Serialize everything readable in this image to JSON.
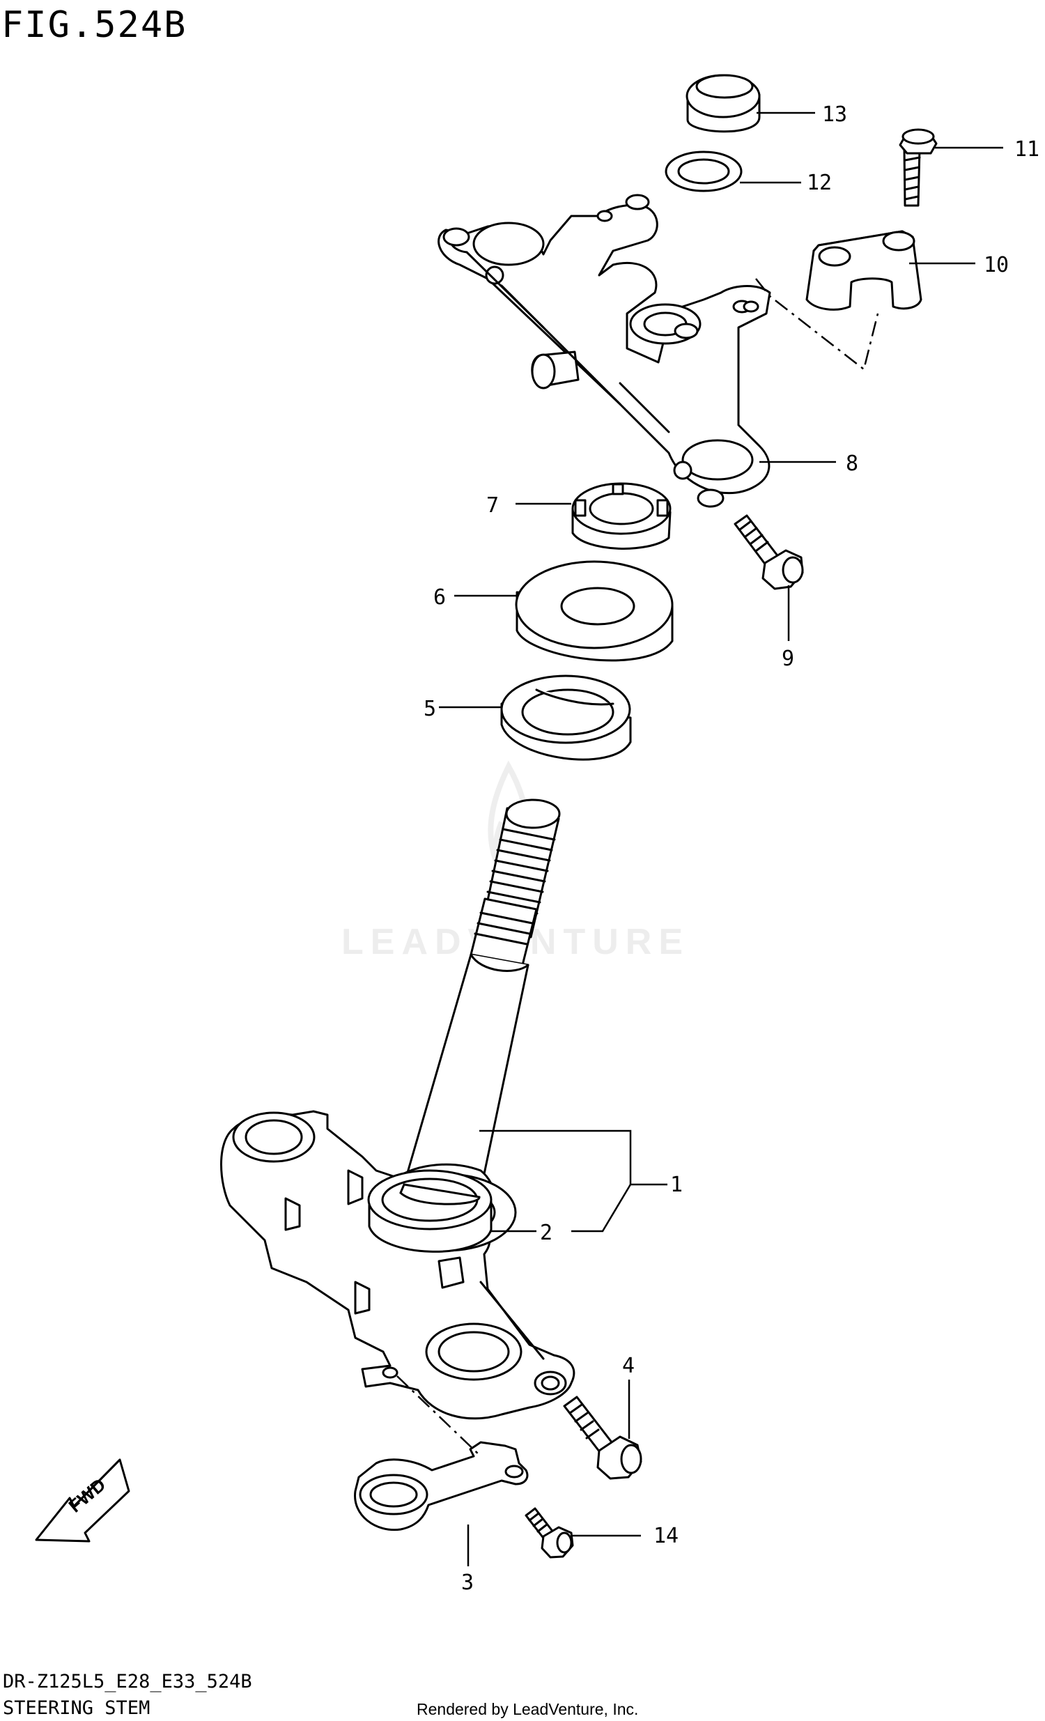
{
  "figure": {
    "title": "FIG.524B",
    "model_code": "DR-Z125L5_E28_E33_524B",
    "section_name": "STEERING STEM",
    "credit": "Rendered by LeadVenture, Inc.",
    "watermark": "LEADVENTURE",
    "fwd_label": "FWD"
  },
  "callouts": [
    {
      "id": "1",
      "label": "1"
    },
    {
      "id": "2",
      "label": "2"
    },
    {
      "id": "3",
      "label": "3"
    },
    {
      "id": "4",
      "label": "4"
    },
    {
      "id": "5",
      "label": "5"
    },
    {
      "id": "6",
      "label": "6"
    },
    {
      "id": "7",
      "label": "7"
    },
    {
      "id": "8",
      "label": "8"
    },
    {
      "id": "9",
      "label": "9"
    },
    {
      "id": "10",
      "label": "10"
    },
    {
      "id": "11",
      "label": "11"
    },
    {
      "id": "12",
      "label": "12"
    },
    {
      "id": "13",
      "label": "13"
    },
    {
      "id": "14",
      "label": "14"
    }
  ],
  "icons": {
    "fwd_arrow": "arrow-fwd-icon",
    "watermark_logo": "leadventure-flame-icon"
  }
}
